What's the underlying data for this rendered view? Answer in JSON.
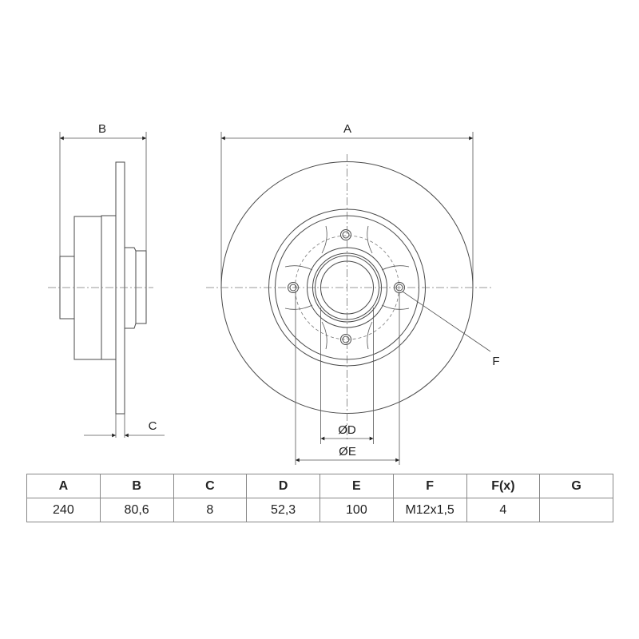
{
  "drawing": {
    "labels": {
      "A": "A",
      "B": "B",
      "C": "C",
      "D": "ØD",
      "E": "ØE",
      "F": "F"
    }
  },
  "table": {
    "headers": [
      "A",
      "B",
      "C",
      "D",
      "E",
      "F",
      "F(x)",
      "G"
    ],
    "values": [
      "240",
      "80,6",
      "8",
      "52,3",
      "100",
      "M12x1,5",
      "4",
      ""
    ]
  }
}
